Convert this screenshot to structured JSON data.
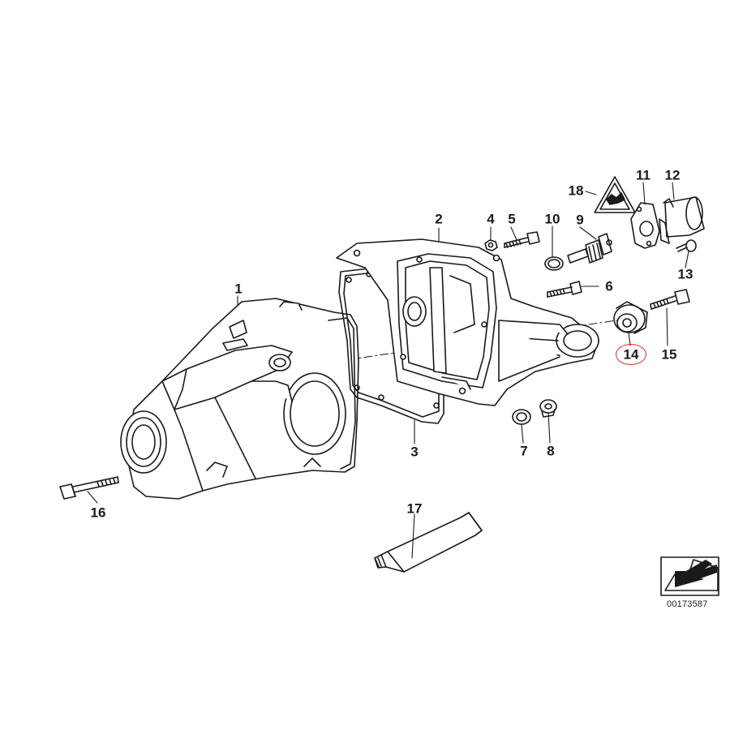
{
  "callouts": [
    {
      "id": "1",
      "label": "1"
    },
    {
      "id": "2",
      "label": "2"
    },
    {
      "id": "3",
      "label": "3"
    },
    {
      "id": "4",
      "label": "4"
    },
    {
      "id": "5",
      "label": "5"
    },
    {
      "id": "6",
      "label": "6"
    },
    {
      "id": "7",
      "label": "7"
    },
    {
      "id": "8",
      "label": "8"
    },
    {
      "id": "9",
      "label": "9"
    },
    {
      "id": "10",
      "label": "10"
    },
    {
      "id": "11",
      "label": "11"
    },
    {
      "id": "12",
      "label": "12"
    },
    {
      "id": "13",
      "label": "13"
    },
    {
      "id": "14",
      "label": "14",
      "highlighted": true
    },
    {
      "id": "15",
      "label": "15"
    },
    {
      "id": "16",
      "label": "16"
    },
    {
      "id": "17",
      "label": "17"
    },
    {
      "id": "18",
      "label": "18"
    }
  ],
  "highlight_color": "#e0262b",
  "document_id": "00173587"
}
